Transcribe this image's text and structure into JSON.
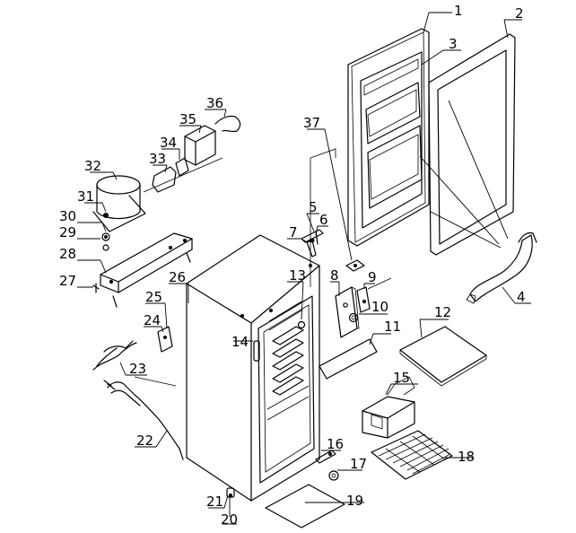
{
  "callouts": [
    {
      "id": "c1",
      "label": "1"
    },
    {
      "id": "c2",
      "label": "2"
    },
    {
      "id": "c3",
      "label": "3"
    },
    {
      "id": "c4",
      "label": "4"
    },
    {
      "id": "c5",
      "label": "5"
    },
    {
      "id": "c6",
      "label": "6"
    },
    {
      "id": "c7",
      "label": "7"
    },
    {
      "id": "c8",
      "label": "8"
    },
    {
      "id": "c9",
      "label": "9"
    },
    {
      "id": "c10",
      "label": "10"
    },
    {
      "id": "c11",
      "label": "11"
    },
    {
      "id": "c12",
      "label": "12"
    },
    {
      "id": "c13",
      "label": "13"
    },
    {
      "id": "c14",
      "label": "14"
    },
    {
      "id": "c15",
      "label": "15"
    },
    {
      "id": "c16",
      "label": "16"
    },
    {
      "id": "c17",
      "label": "17"
    },
    {
      "id": "c18",
      "label": "18"
    },
    {
      "id": "c19",
      "label": "19"
    },
    {
      "id": "c20",
      "label": "20"
    },
    {
      "id": "c21",
      "label": "21"
    },
    {
      "id": "c22",
      "label": "22"
    },
    {
      "id": "c23",
      "label": "23"
    },
    {
      "id": "c24",
      "label": "24"
    },
    {
      "id": "c25",
      "label": "25"
    },
    {
      "id": "c26",
      "label": "26"
    },
    {
      "id": "c27",
      "label": "27"
    },
    {
      "id": "c28",
      "label": "28"
    },
    {
      "id": "c29",
      "label": "29"
    },
    {
      "id": "c30",
      "label": "30"
    },
    {
      "id": "c31",
      "label": "31"
    },
    {
      "id": "c32",
      "label": "32"
    },
    {
      "id": "c33",
      "label": "33"
    },
    {
      "id": "c34",
      "label": "34"
    },
    {
      "id": "c35",
      "label": "35"
    },
    {
      "id": "c36",
      "label": "36"
    },
    {
      "id": "c37",
      "label": "37"
    }
  ]
}
